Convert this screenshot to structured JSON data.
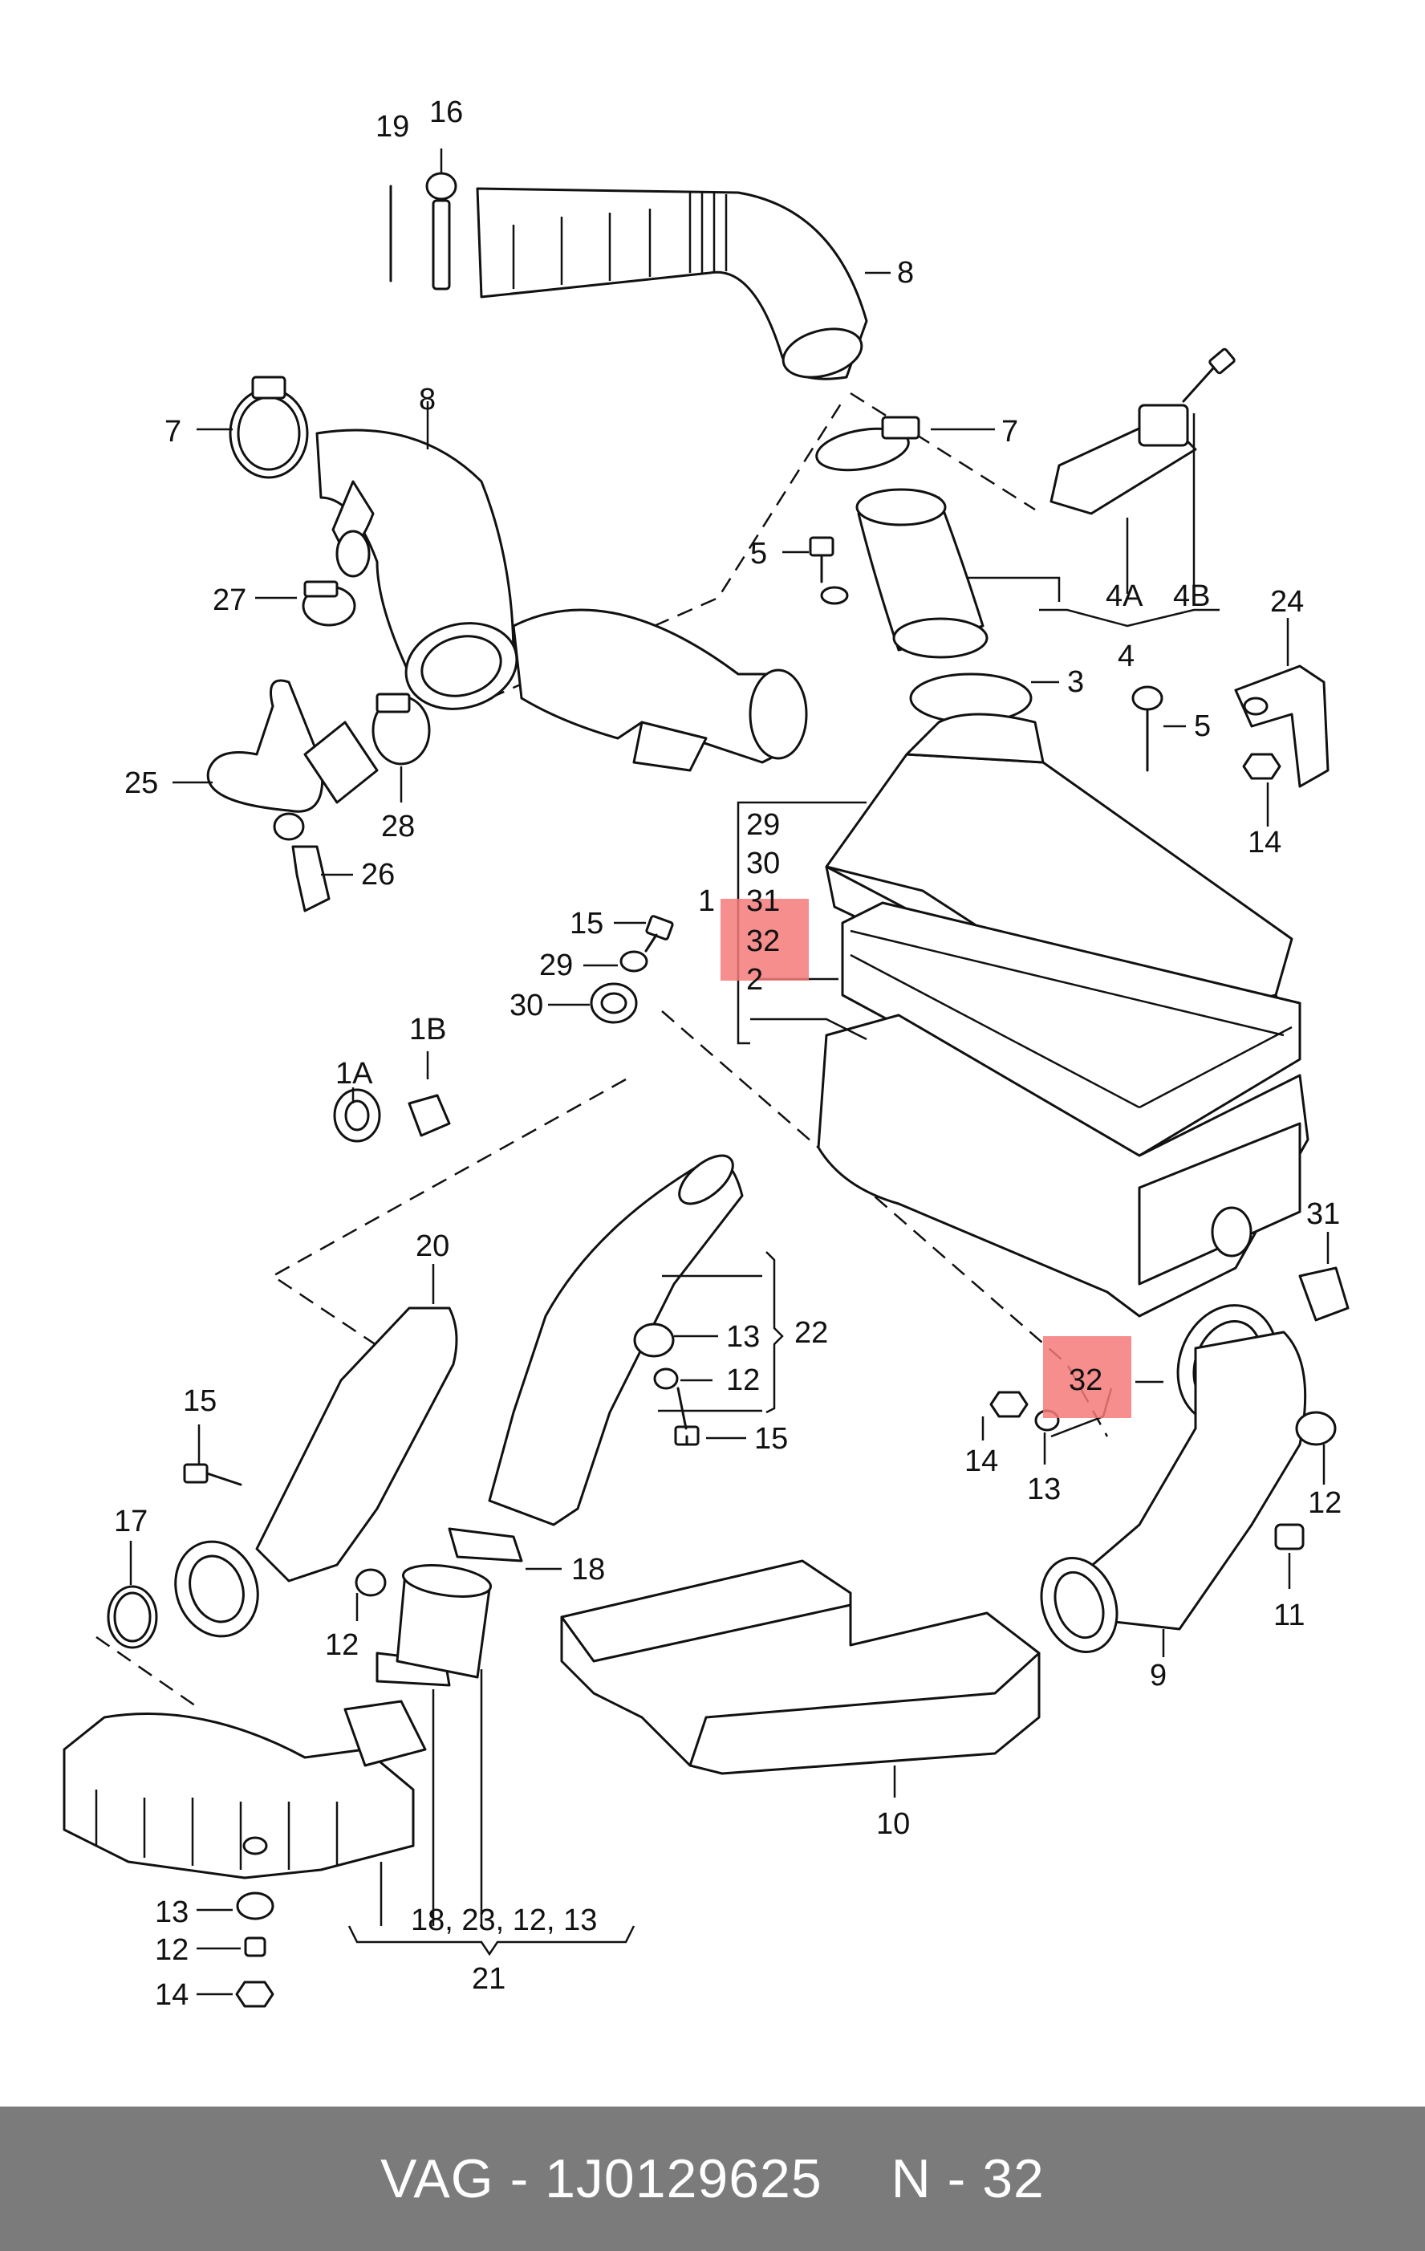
{
  "footer": {
    "brand_part": "VAG - 1J0129625",
    "ref": "N - 32"
  },
  "highlight_color": "#f47a7a",
  "callouts": {
    "c19": "19",
    "c16": "16",
    "c8a": "8",
    "c7a": "7",
    "c8b": "8",
    "c7b": "7",
    "c5a": "5",
    "c27": "27",
    "c4a": "4A",
    "c4b": "4B",
    "c4": "4",
    "c24": "24",
    "c3": "3",
    "c5b": "5",
    "c25": "25",
    "c28": "28",
    "c14a": "14",
    "c26": "26",
    "c29a": "29",
    "c30a": "30",
    "c1": "1",
    "c31a": "31",
    "c32a": "32",
    "c2": "2",
    "c15a": "15",
    "c29b": "29",
    "c30b": "30",
    "c1b": "1B",
    "c1a": "1A",
    "c31b": "31",
    "c20": "20",
    "c13a": "13",
    "c22": "22",
    "c12a": "12",
    "c15b": "15",
    "c32b": "32",
    "c14b": "14",
    "c13b": "13",
    "c12b": "12",
    "c15c": "15",
    "c17": "17",
    "c11": "11",
    "c18": "18",
    "c12c": "12",
    "c9": "9",
    "c10": "10",
    "c13c": "13",
    "c12d": "12",
    "c14c": "14",
    "c18group": "18, 23, 12, 13",
    "c21": "21"
  }
}
